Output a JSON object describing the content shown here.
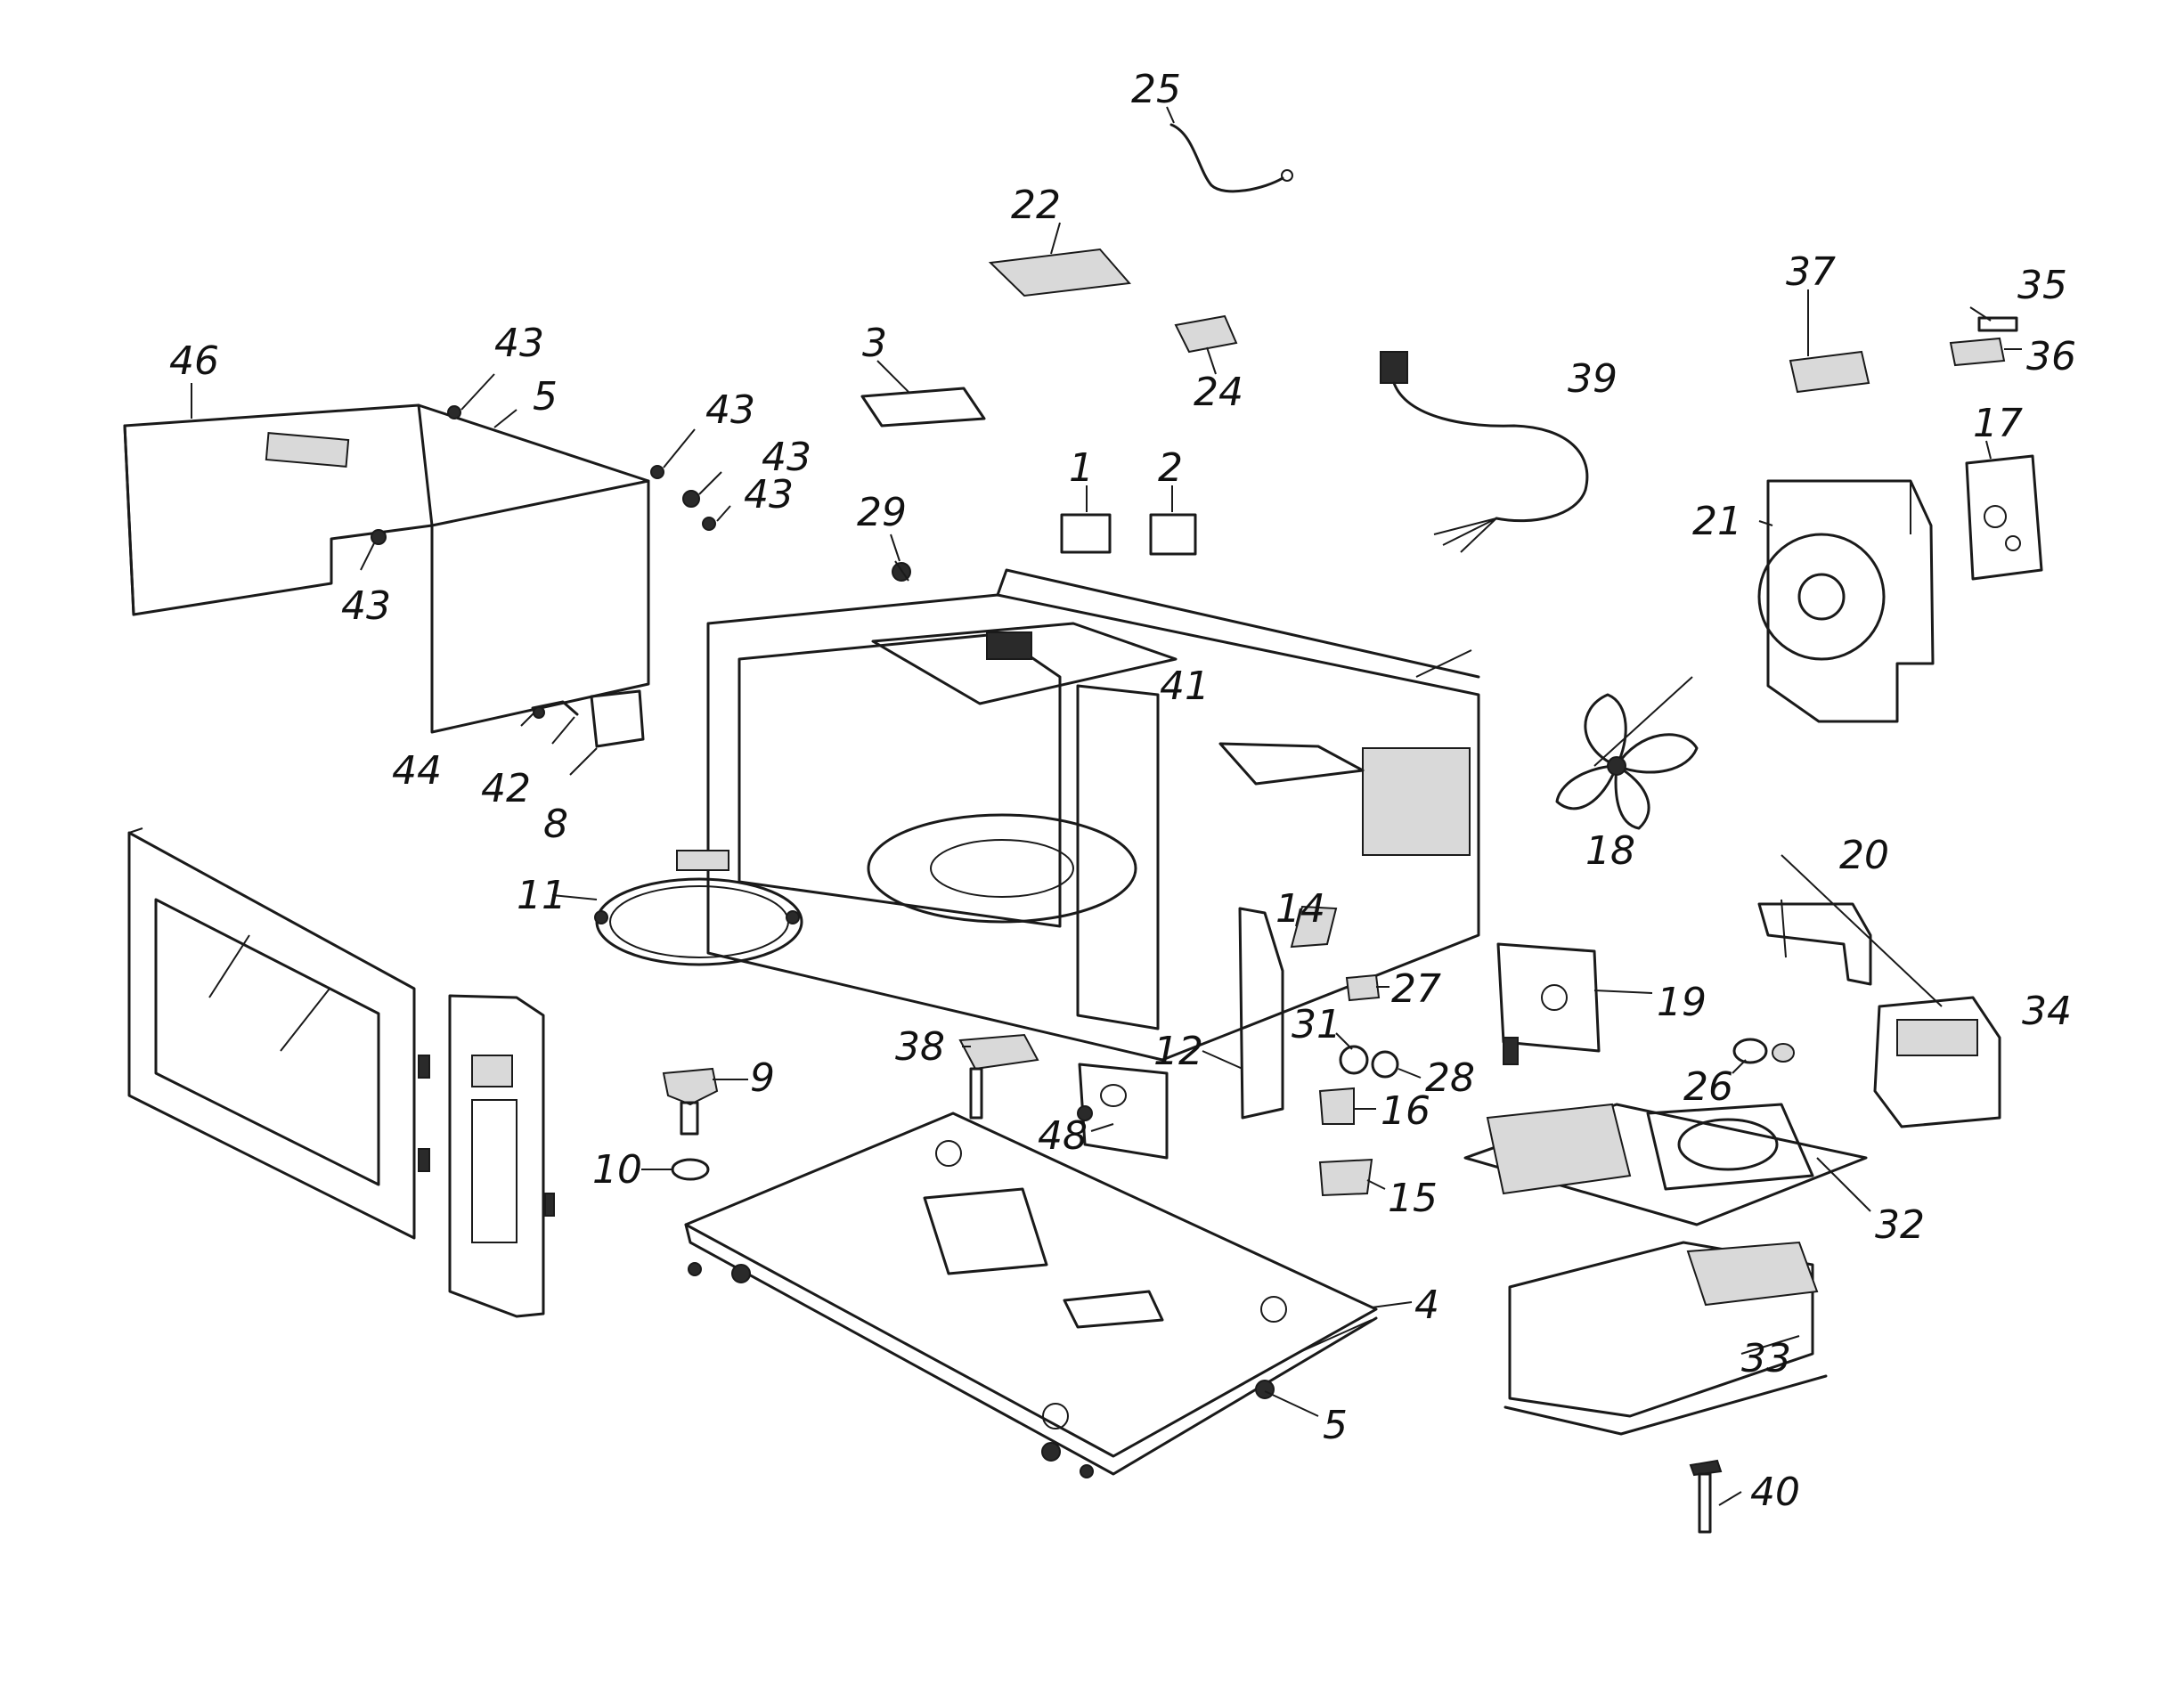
{
  "labels": {
    "l1": "1",
    "l2": "2",
    "l3": "3",
    "l4": "4",
    "l5a": "5",
    "l5b": "5",
    "l8": "8",
    "l9": "9",
    "l10": "10",
    "l11": "11",
    "l12": "12",
    "l14": "14",
    "l15": "15",
    "l16": "16",
    "l17": "17",
    "l18": "18",
    "l19": "19",
    "l20": "20",
    "l21": "21",
    "l22": "22",
    "l24": "24",
    "l25": "25",
    "l26": "26",
    "l27": "27",
    "l28": "28",
    "l29": "29",
    "l31": "31",
    "l32": "32",
    "l33": "33",
    "l34": "34",
    "l35": "35",
    "l36": "36",
    "l37": "37",
    "l38": "38",
    "l39": "39",
    "l40": "40",
    "l41": "41",
    "l42": "42",
    "l43a": "43",
    "l43b": "43",
    "l43c": "43",
    "l43d": "43",
    "l43e": "43",
    "l44": "44",
    "l46": "46",
    "l48": "48"
  }
}
